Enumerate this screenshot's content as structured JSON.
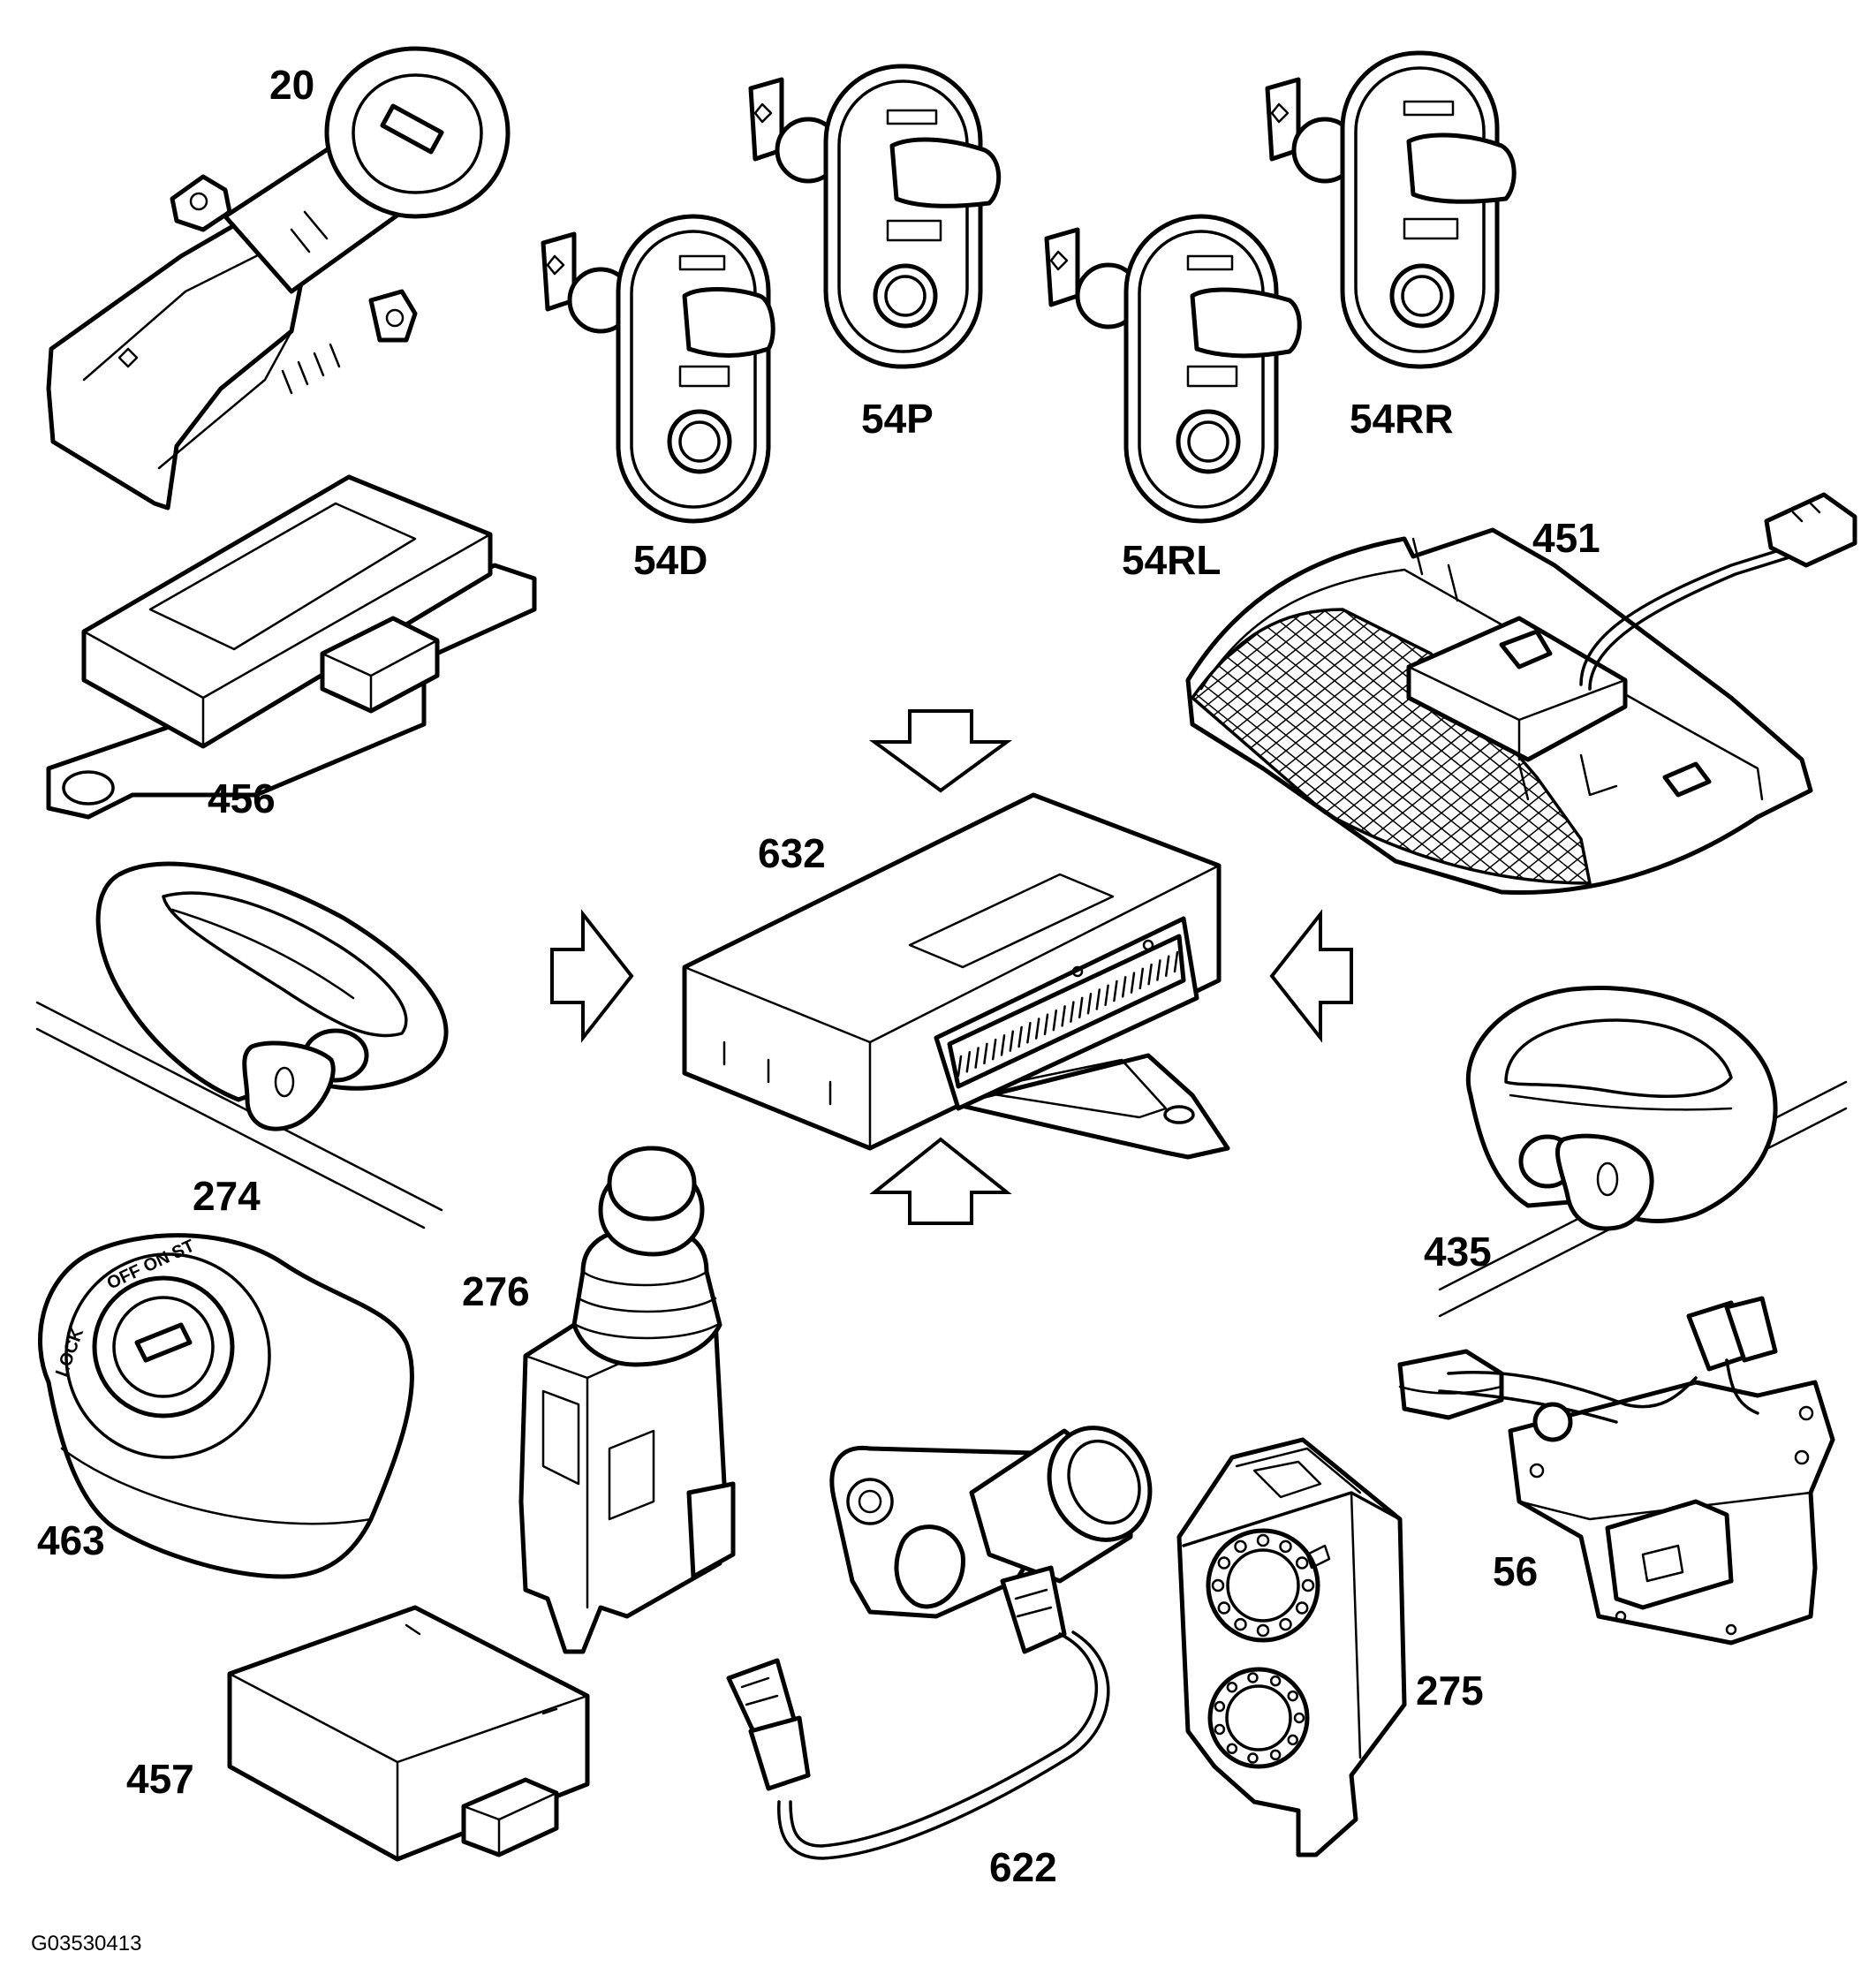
{
  "figure_code": "G03530413",
  "components": [
    {
      "id": "ignition-switch",
      "label": "20"
    },
    {
      "id": "door-switch-driver",
      "label": "54D"
    },
    {
      "id": "door-switch-passenger",
      "label": "54P"
    },
    {
      "id": "door-switch-rear-left",
      "label": "54RL"
    },
    {
      "id": "door-switch-rear-right",
      "label": "54RR"
    },
    {
      "id": "interior-lamp-sensor",
      "label": "451"
    },
    {
      "id": "control-unit-456",
      "label": "456"
    },
    {
      "id": "central-control-module",
      "label": "632"
    },
    {
      "id": "door-handle-lock-274",
      "label": "274"
    },
    {
      "id": "door-handle-lock-435",
      "label": "435"
    },
    {
      "id": "ignition-bezel",
      "label": "463"
    },
    {
      "id": "gear-selector-switch",
      "label": "276"
    },
    {
      "id": "bonnet-lock",
      "label": "56"
    },
    {
      "id": "alarm-module",
      "label": "457"
    },
    {
      "id": "tailgate-motor",
      "label": "622"
    },
    {
      "id": "sounder",
      "label": "275"
    }
  ]
}
